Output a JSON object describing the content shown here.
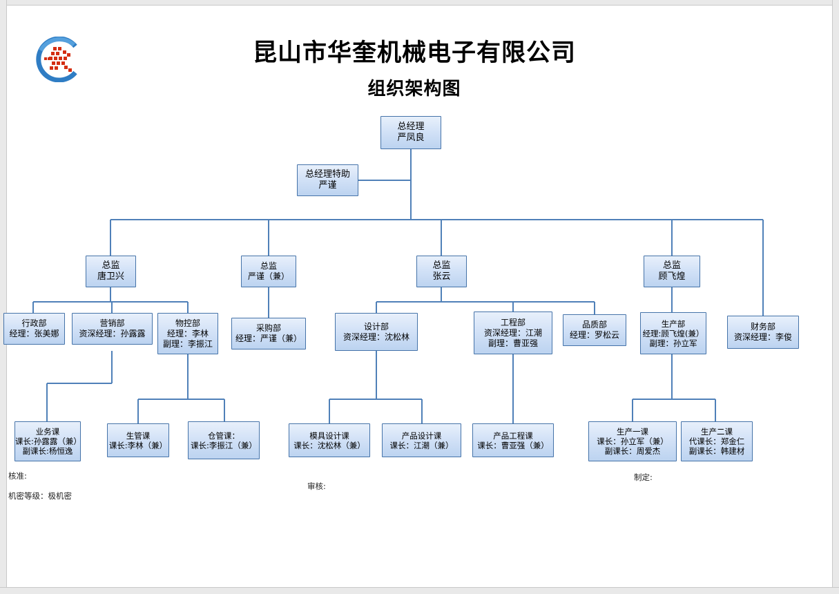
{
  "document": {
    "title": "昆山市华奎机械电子有限公司",
    "subtitle": "组织架构图",
    "logo_alt": "company-logo"
  },
  "footer": {
    "approve": "核准:",
    "review": "审核:",
    "prepare": "制定:",
    "confidential": "机密等级：极机密"
  },
  "colors": {
    "box_border": "#4472a8",
    "box_fill_top": "#e8f0fb",
    "box_fill_bottom": "#bcd3f0",
    "connector": "#4f80b8",
    "page_background": "#ffffff",
    "text": "#000000"
  },
  "chart_data": {
    "type": "diagram",
    "diagram_kind": "organization-chart",
    "nodes": [
      {
        "id": "gm",
        "level": 0,
        "lines": [
          "总经理",
          "严凤良"
        ]
      },
      {
        "id": "gm-asst",
        "level": 1,
        "lines": [
          "总经理特助",
          "严谨"
        ]
      },
      {
        "id": "dir-tang",
        "level": 2,
        "lines": [
          "总监",
          "唐卫兴"
        ]
      },
      {
        "id": "dir-yan",
        "level": 2,
        "lines": [
          "总监",
          "严谨（兼）"
        ]
      },
      {
        "id": "dir-zhang",
        "level": 2,
        "lines": [
          "总监",
          "张云"
        ]
      },
      {
        "id": "dir-gu",
        "level": 2,
        "lines": [
          "总监",
          "顾飞煌"
        ]
      },
      {
        "id": "dept-admin",
        "level": 3,
        "parent": "dir-tang",
        "lines": [
          "行政部",
          "经理：张美娜"
        ]
      },
      {
        "id": "dept-sales",
        "level": 3,
        "parent": "dir-tang",
        "lines": [
          "营销部",
          "资深经理：孙露露"
        ]
      },
      {
        "id": "dept-mc",
        "level": 3,
        "parent": "dir-tang",
        "lines": [
          "物控部",
          "经理：李林",
          "副理：李振江"
        ]
      },
      {
        "id": "dept-purch",
        "level": 3,
        "parent": "dir-yan",
        "lines": [
          "采购部",
          "经理：严谨（兼）"
        ]
      },
      {
        "id": "dept-design",
        "level": 3,
        "parent": "dir-zhang",
        "lines": [
          "设计部",
          "资深经理：沈松林"
        ]
      },
      {
        "id": "dept-eng",
        "level": 3,
        "parent": "dir-zhang",
        "lines": [
          "工程部",
          "资深经理：江潮",
          "副理：曹亚强"
        ]
      },
      {
        "id": "dept-qa",
        "level": 3,
        "parent": "dir-zhang",
        "lines": [
          "品质部",
          "经理：罗松云"
        ]
      },
      {
        "id": "dept-prod",
        "level": 3,
        "parent": "dir-gu",
        "lines": [
          "生产部",
          "经理:顾飞煌(兼）",
          "副理：孙立军"
        ]
      },
      {
        "id": "dept-fin",
        "level": 3,
        "parent": "gm",
        "lines": [
          "财务部",
          "资深经理：李俊"
        ]
      },
      {
        "id": "sec-biz",
        "level": 4,
        "parent": "dept-sales",
        "lines": [
          "业务课",
          "课长:孙露露（兼）",
          "副课长:杨恒逸"
        ]
      },
      {
        "id": "sec-plan",
        "level": 4,
        "parent": "dept-mc",
        "lines": [
          "生管课",
          "课长:李林（兼）"
        ]
      },
      {
        "id": "sec-wh",
        "level": 4,
        "parent": "dept-mc",
        "lines": [
          "仓管课：",
          "课长:李振江（兼）"
        ]
      },
      {
        "id": "sec-mold",
        "level": 4,
        "parent": "dept-design",
        "lines": [
          "模具设计课",
          "课长：沈松林（兼）"
        ]
      },
      {
        "id": "sec-product",
        "level": 4,
        "parent": "dept-design",
        "lines": [
          "产品设计课",
          "课长：江潮（兼）"
        ]
      },
      {
        "id": "sec-prodeng",
        "level": 4,
        "parent": "dept-eng",
        "lines": [
          "产品工程课",
          "课长：曹亚强（兼）"
        ]
      },
      {
        "id": "sec-prod1",
        "level": 4,
        "parent": "dept-prod",
        "lines": [
          "生产一课",
          "课长：孙立军（兼）",
          "副课长：周爱杰"
        ]
      },
      {
        "id": "sec-prod2",
        "level": 4,
        "parent": "dept-prod",
        "lines": [
          "生产二课",
          "代课长：郑金仁",
          "副课长：韩建材"
        ]
      }
    ]
  }
}
